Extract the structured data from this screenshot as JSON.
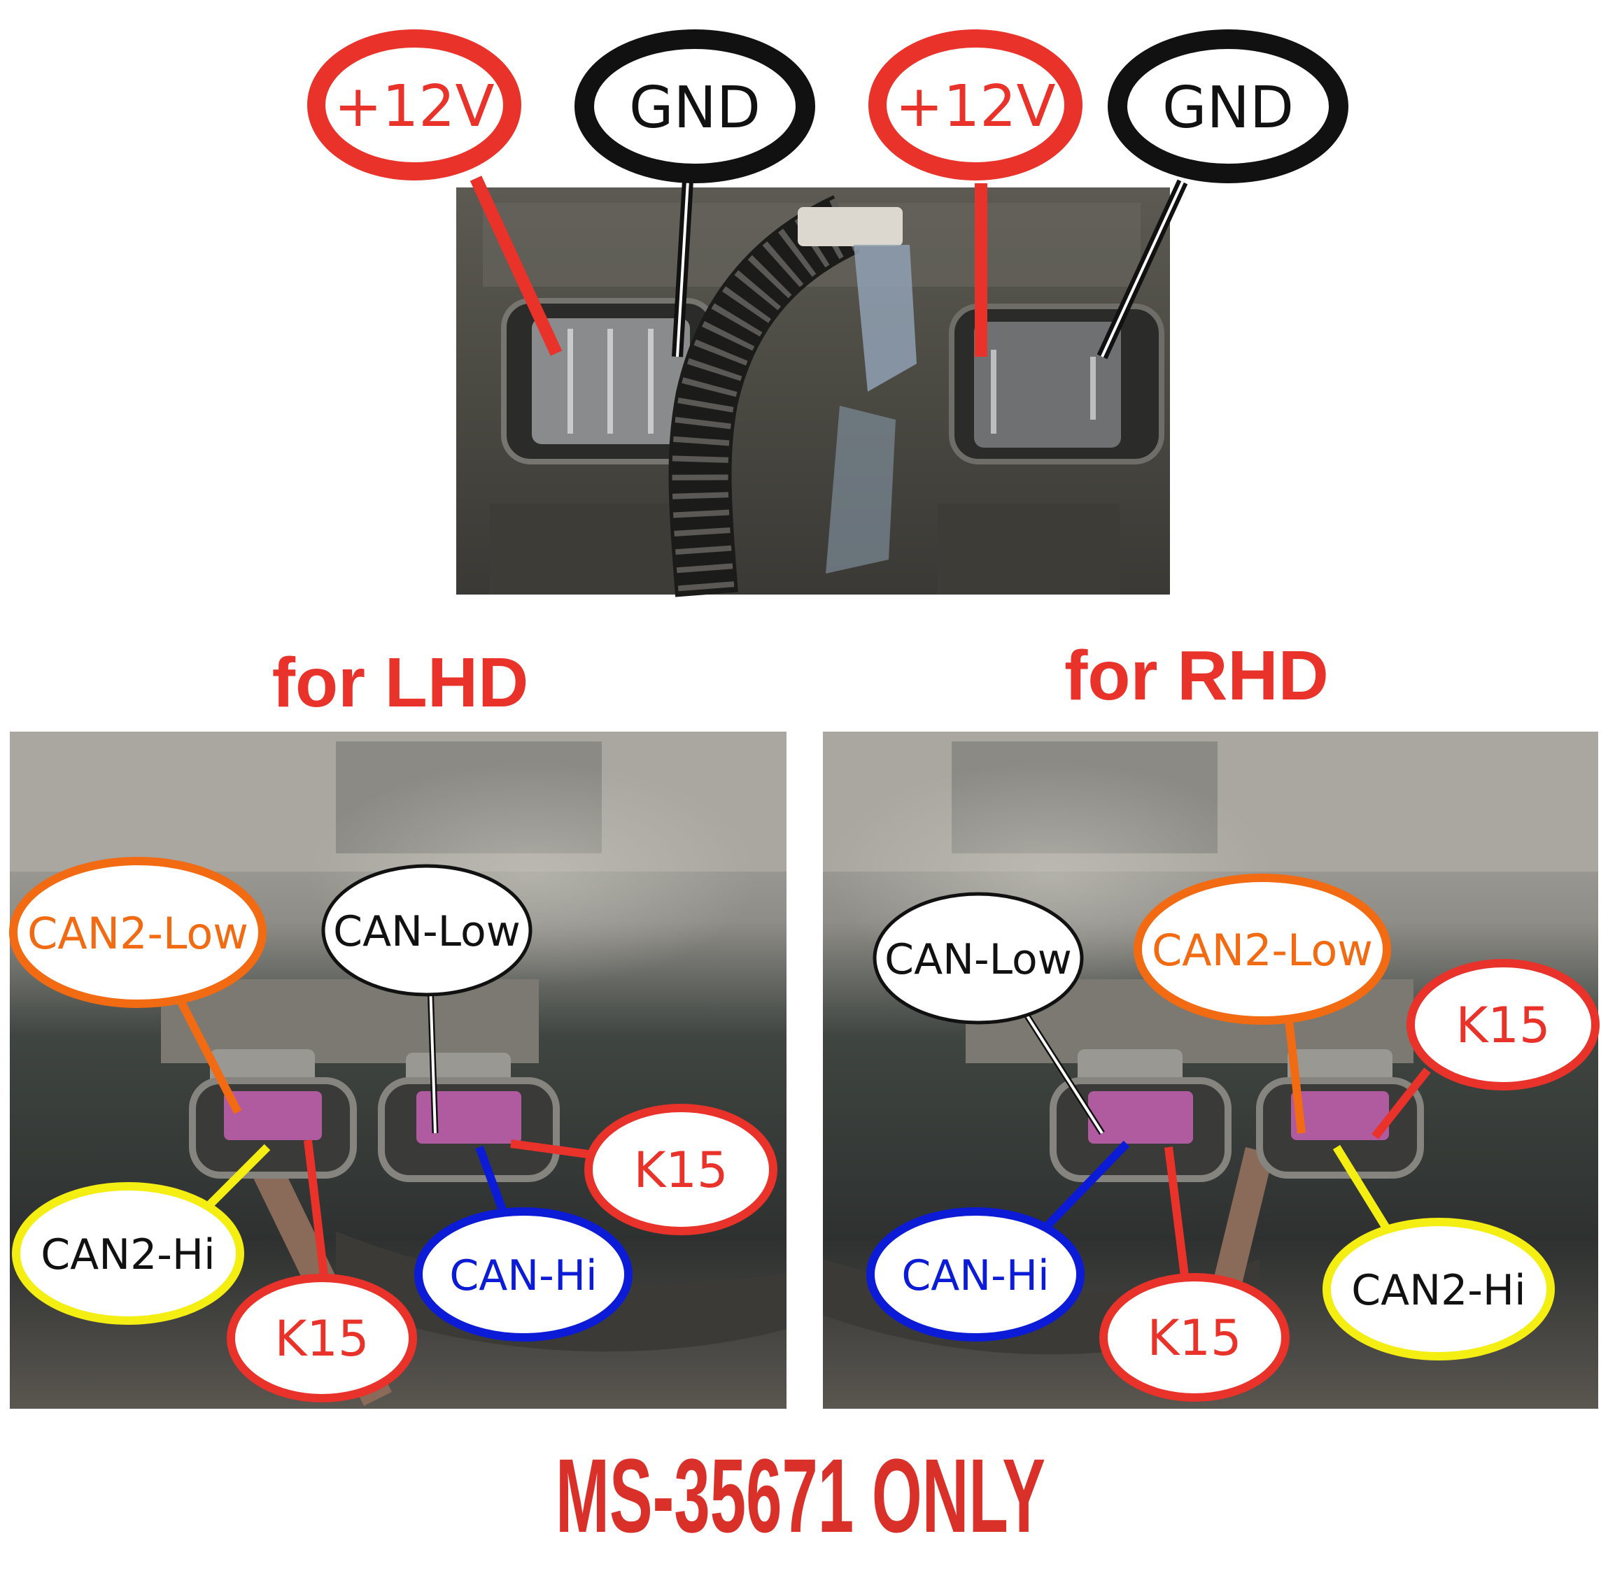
{
  "colors": {
    "red": "#e8322a",
    "black": "#111111",
    "orange": "#f26a12",
    "white_callout": "#111111",
    "blue": "#0b1bd6",
    "yellow": "#f4ee12",
    "connector_pin": "#b05aa0"
  },
  "top_panel": {
    "callouts": [
      {
        "id": "p12v-left",
        "text": "+12V",
        "color": "red"
      },
      {
        "id": "gnd-left",
        "text": "GND",
        "color": "black"
      },
      {
        "id": "p12v-right",
        "text": "+12V",
        "color": "red"
      },
      {
        "id": "gnd-right",
        "text": "GND",
        "color": "black"
      }
    ]
  },
  "headings": {
    "lhd": "for LHD",
    "rhd": "for RHD"
  },
  "lhd_panel": {
    "callouts": [
      {
        "id": "lhd-can2-low",
        "text": "CAN2-Low",
        "color": "orange"
      },
      {
        "id": "lhd-can-low",
        "text": "CAN-Low",
        "color": "white_callout"
      },
      {
        "id": "lhd-can2-hi",
        "text": "CAN2-Hi",
        "color": "yellow"
      },
      {
        "id": "lhd-k15-a",
        "text": "K15",
        "color": "red"
      },
      {
        "id": "lhd-k15-b",
        "text": "K15",
        "color": "red"
      },
      {
        "id": "lhd-can-hi",
        "text": "CAN-Hi",
        "color": "blue"
      }
    ]
  },
  "rhd_panel": {
    "callouts": [
      {
        "id": "rhd-can-low",
        "text": "CAN-Low",
        "color": "white_callout"
      },
      {
        "id": "rhd-can2-low",
        "text": "CAN2-Low",
        "color": "orange"
      },
      {
        "id": "rhd-k15-a",
        "text": "K15",
        "color": "red"
      },
      {
        "id": "rhd-can-hi",
        "text": "CAN-Hi",
        "color": "blue"
      },
      {
        "id": "rhd-k15-b",
        "text": "K15",
        "color": "red"
      },
      {
        "id": "rhd-can2-hi",
        "text": "CAN2-Hi",
        "color": "yellow"
      }
    ]
  },
  "footer": {
    "text": "MS-35671 ONLY"
  }
}
